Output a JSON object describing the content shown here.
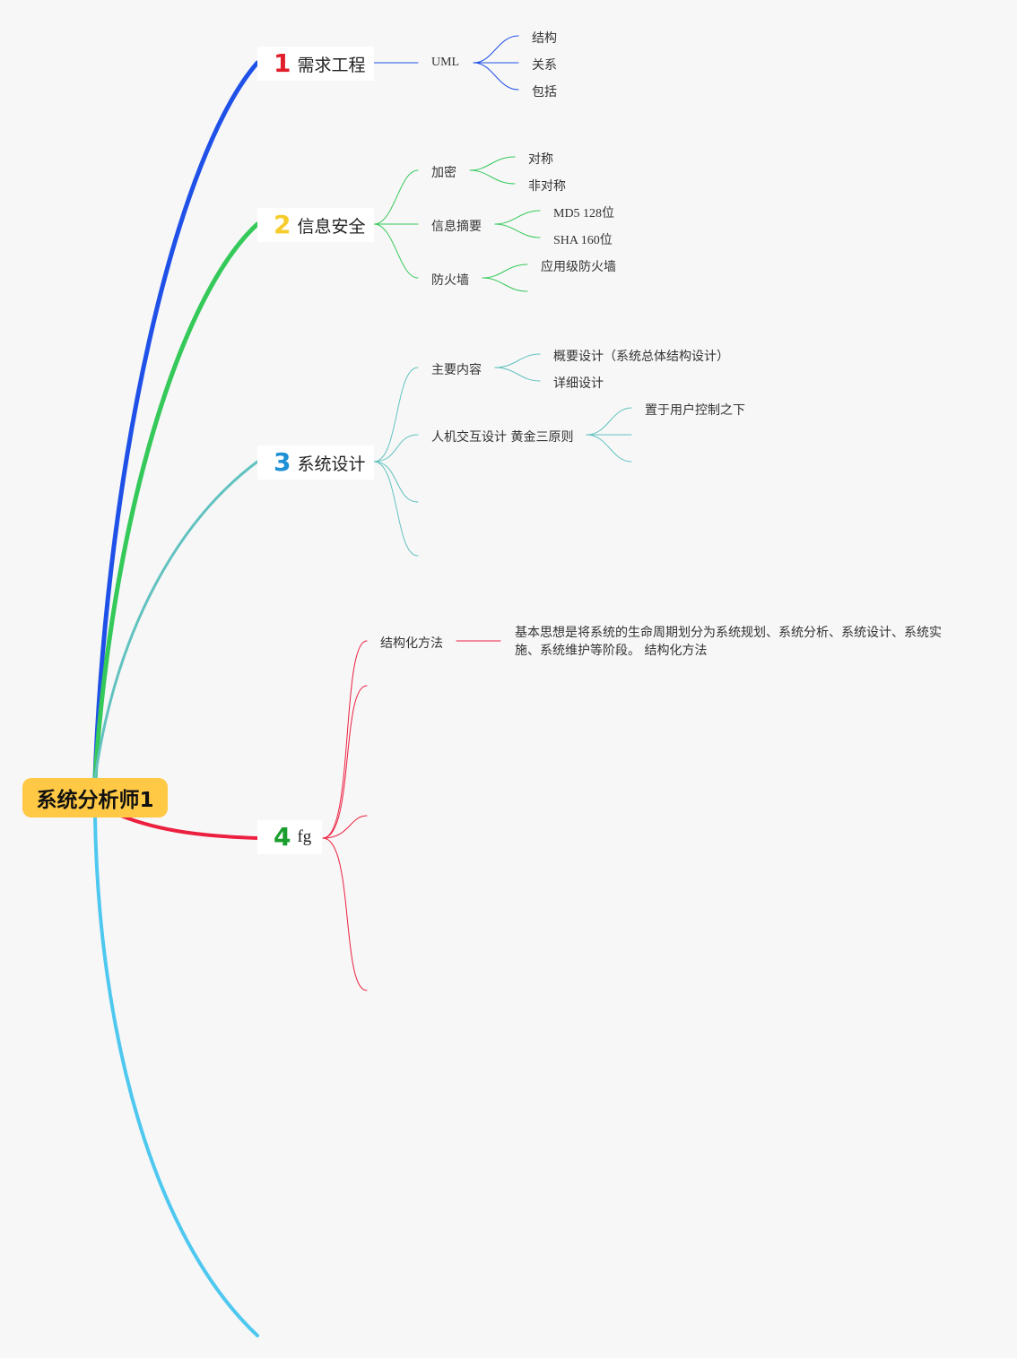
{
  "root": {
    "label": "系统分析师1",
    "color": "#ffc845"
  },
  "branches": [
    {
      "number": "1",
      "label": "需求工程",
      "line_color": "#1f51e8",
      "badge_color": "#e11d2b",
      "children": [
        {
          "label": "UML",
          "children": [
            "结构",
            "关系",
            "包括"
          ]
        }
      ]
    },
    {
      "number": "2",
      "label": "信息安全",
      "line_color": "#35c95a",
      "badge_color": "#f6cc2b",
      "children": [
        {
          "label": "加密",
          "children": [
            "对称",
            "非对称"
          ]
        },
        {
          "label": "信息摘要",
          "children": [
            "MD5 128位",
            "SHA 160位"
          ]
        },
        {
          "label": "防火墙",
          "children": [
            "应用级防火墙",
            ""
          ]
        }
      ]
    },
    {
      "number": "3",
      "label": "系统设计",
      "line_color": "#62c2c0",
      "badge_color": "#1e90d6",
      "children": [
        {
          "label": "主要内容",
          "children": [
            "概要设计（系统总体结构设计）",
            "详细设计"
          ]
        },
        {
          "label": "人机交互设计 黄金三原则",
          "children": [
            "置于用户控制之下",
            "",
            ""
          ]
        },
        {
          "label": "",
          "children": []
        },
        {
          "label": "",
          "children": []
        }
      ]
    },
    {
      "number": "4",
      "label": "fg",
      "line_color": "#ec1f3f",
      "badge_color": "#1a9e2e",
      "children": [
        {
          "label": "结构化方法",
          "children": [
            "基本思想是将系统的生命周期划分为系统规划、系统分析、系统设计、系统实施、系统维护等阶段。 结构化方法"
          ]
        },
        {
          "label": "",
          "children": []
        },
        {
          "label": "",
          "children": []
        },
        {
          "label": "",
          "children": []
        }
      ]
    },
    {
      "number": "",
      "label": "",
      "line_color": "#4fc8f0",
      "badge_color": "",
      "children": []
    }
  ]
}
